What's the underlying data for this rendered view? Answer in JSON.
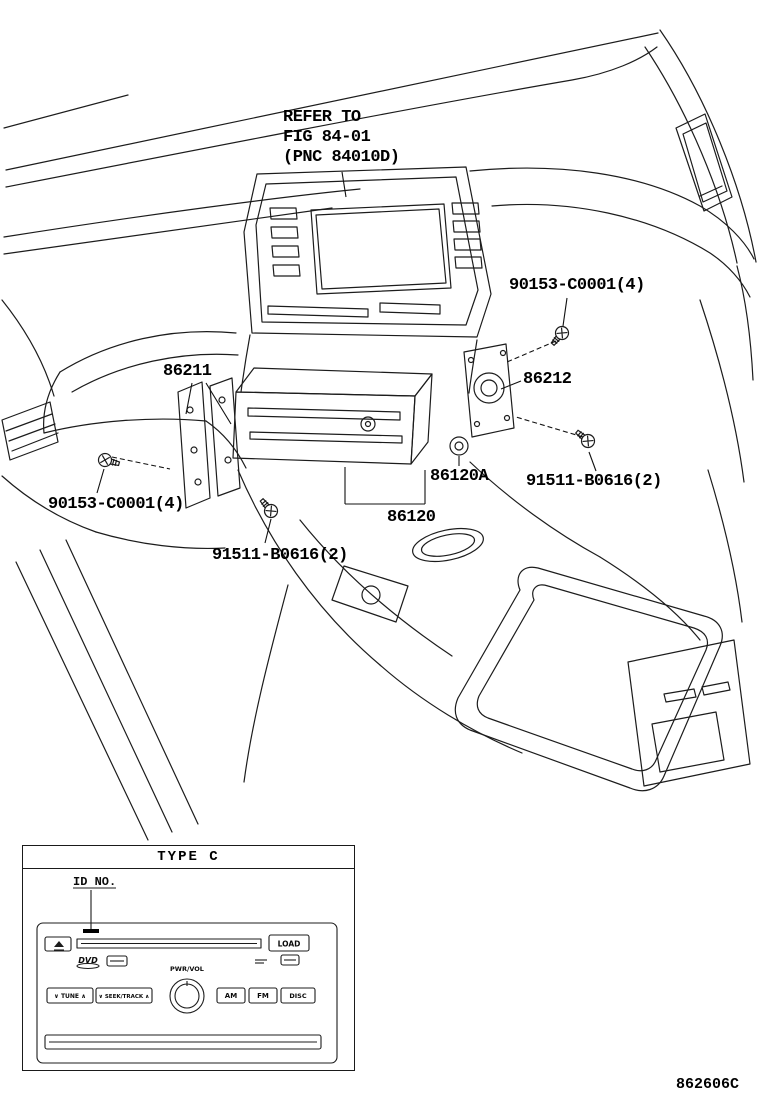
{
  "note": {
    "line1": "REFER TO",
    "line2": "FIG 84-01",
    "line3": "(PNC 84010D)"
  },
  "labels": {
    "screw_top_right": "90153-C0001(4)",
    "bracket_left": "86211",
    "bracket_right": "86212",
    "knob": "86120A",
    "screw_right": "91511-B0616(2)",
    "screw_left": "90153-C0001(4)",
    "radio": "86120",
    "screw_bottom": "91511-B0616(2)"
  },
  "inset": {
    "type": "TYPE C",
    "id_no": "ID NO.",
    "faceplate": {
      "load": "LOAD",
      "dvd": "DVD",
      "pwr_vol": "PWR/VOL",
      "tune": "∨ TUNE ∧",
      "seek": "∨ SEEK/TRACK ∧",
      "am": "AM",
      "fm": "FM",
      "disc": "DISC"
    }
  },
  "doc_code": "862606C",
  "colors": {
    "line": "#1c1c1c",
    "background": "#ffffff"
  }
}
